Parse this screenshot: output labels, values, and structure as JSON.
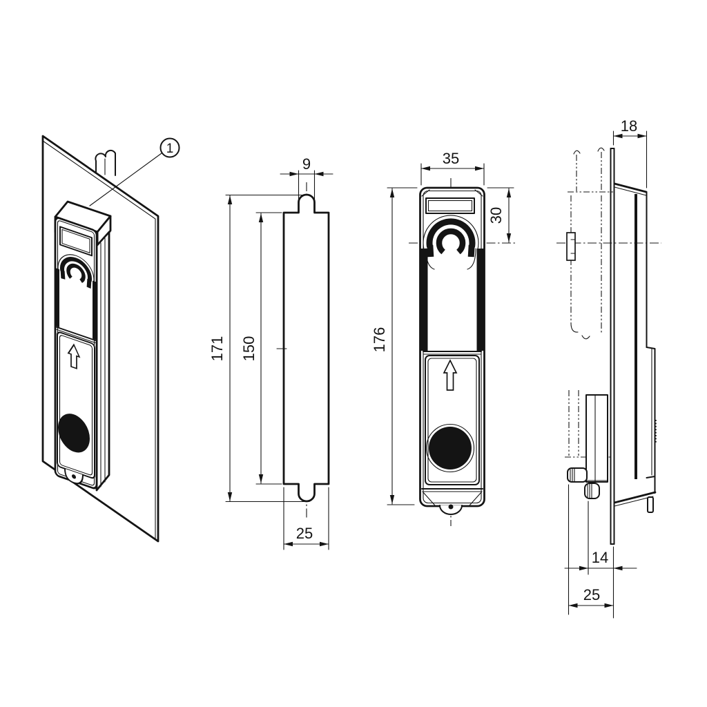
{
  "callout": {
    "label": "1"
  },
  "dimensions": {
    "profile": {
      "top_width": "9",
      "overall_height": "171",
      "body_height": "150",
      "bottom_width": "25"
    },
    "front": {
      "width": "35",
      "head_height": "30",
      "overall_height": "176"
    },
    "side": {
      "depth": "18",
      "handle_offset": "14",
      "total_depth": "25"
    }
  }
}
